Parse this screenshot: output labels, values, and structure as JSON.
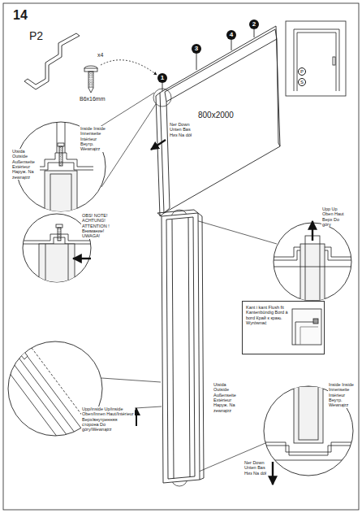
{
  "diagram": {
    "nodes": [
      {
        "text": [
          "1"
        ]
      },
      {
        "text": [
          "3"
        ]
      },
      {
        "text": [
          "4"
        ]
      },
      {
        "text": [
          "2"
        ]
      },
      {
        "text": [
          "Kant i kant Flush fit Kantenbündig Bord à bord Край к краю. Wyrównać"
        ]
      },
      {
        "text": [
          "P"
        ]
      },
      {
        "text": [
          "S"
        ]
      }
    ],
    "labels": [
      "14",
      "P2",
      "x4",
      "B6x16mm",
      "800x2000",
      "Ner Down Unten Bas Низ Na dół",
      "Utsida Outside Außenseite Extérieur Наруж. Na zewnątrz",
      "Inside Inside Innenseite Intérieur Внутр. Wewnątrz",
      "OBS! NOTE! ACHTUNG! ATTENTION ! Внимание! UWAGA!",
      "Upp Up Oben Haut Верх Do góry",
      "Upp/inside Up/inside Oben/Innen Haut/Intérieur Верх/внутренняя сторона Do góry/Wewnątrz",
      "Utsida Outside Außenseite Extérieur Наруж. Na zewnątrz",
      "Inside Inside Innenseite Intérieur Внутр. Wewnątrz",
      "Ner Down Unten Bas Низ Na dół"
    ]
  }
}
